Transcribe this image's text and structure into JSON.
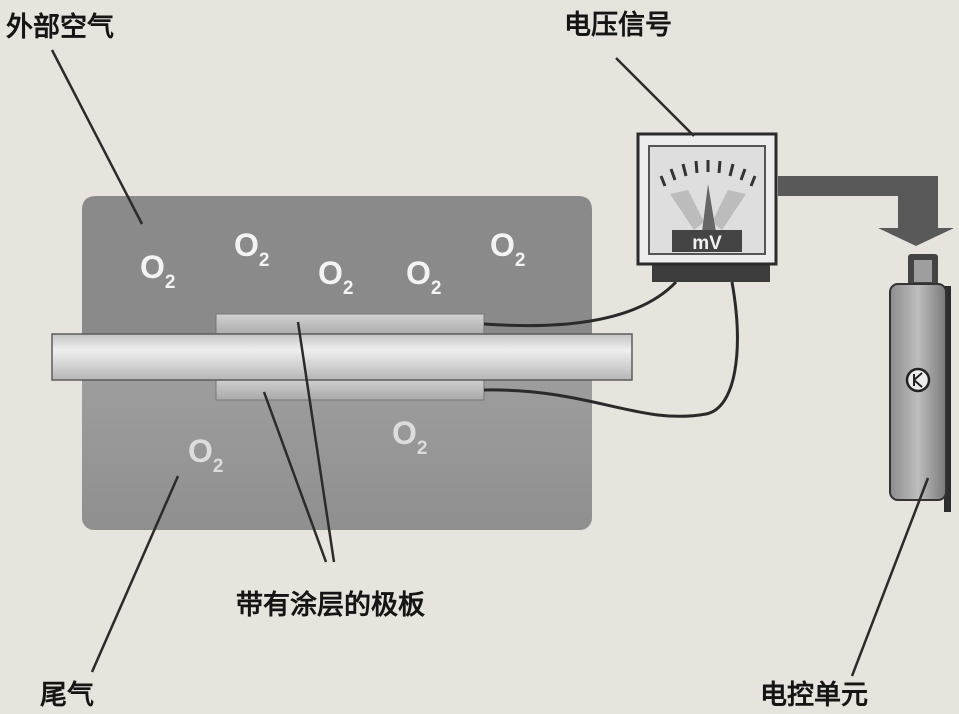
{
  "labels": {
    "outside_air": "外部空气",
    "voltage_signal": "电压信号",
    "coated_plates": "带有涂层的极板",
    "exhaust_gas": "尾气",
    "ecu": "电控单元"
  },
  "molecules": {
    "symbol": "O",
    "subscript": "2"
  },
  "meter": {
    "unit": "mV"
  },
  "colors": {
    "background": "#e7e4dd",
    "upper_chamber": "#8a8a8a",
    "lower_chamber": "#9c9c9c",
    "probe": "#d6d6d6",
    "arrow": "#5a5a5a",
    "ink": "#151515"
  }
}
